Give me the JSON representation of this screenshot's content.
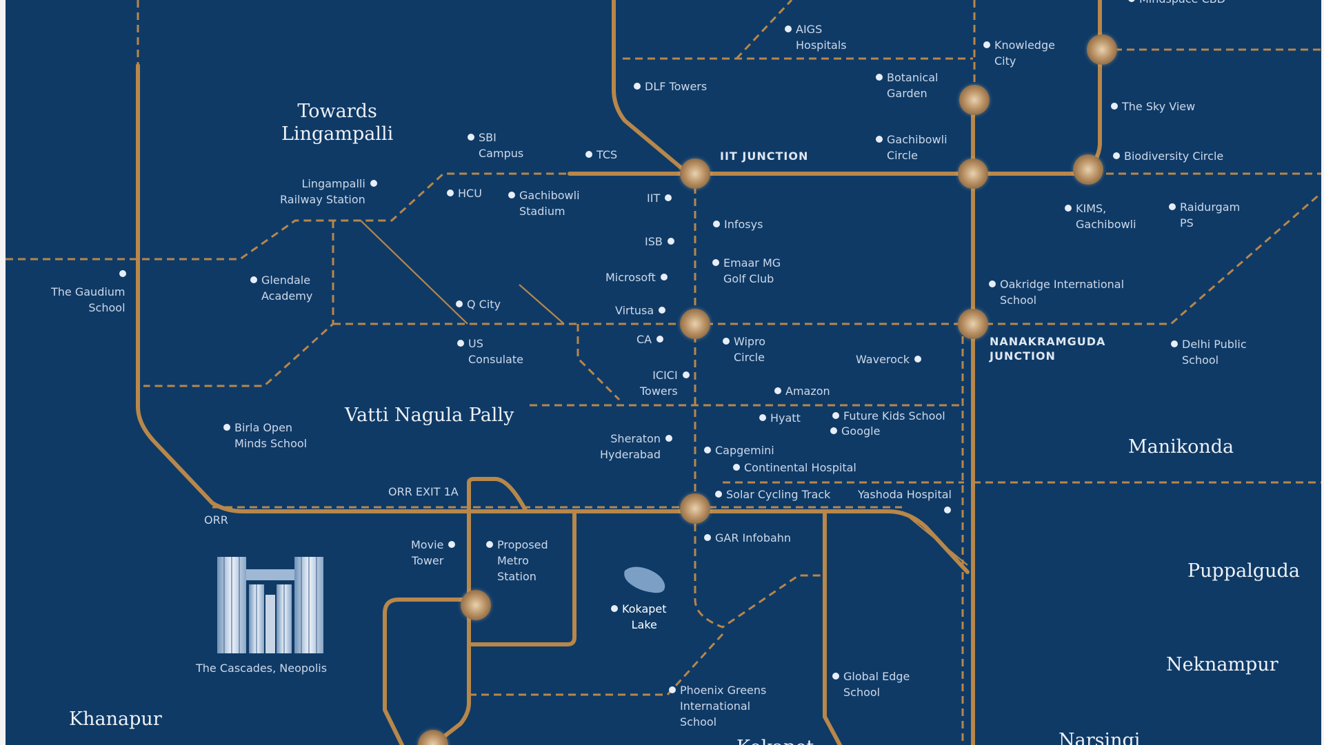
{
  "areas": {
    "lingampalli": "Towards\nLingampalli",
    "vatti": "Vatti Nagula Pally",
    "manikonda": "Manikonda",
    "puppalguda": "Puppalguda",
    "neknampur": "Neknampur",
    "khanapur": "Khanapur",
    "narsingi": "Narsingi",
    "kokapet": "Kokapet"
  },
  "junctions": {
    "iit": "IIT JUNCTION",
    "nanakramguda": "NANAKRAMGUDA\nJUNCTION"
  },
  "roads": {
    "orr": "ORR",
    "orr_exit": "ORR EXIT 1A"
  },
  "landmarks": {
    "mindspace": "Mindspace CBD",
    "aigs": "AIGS\nHospitals",
    "knowledge_city": "Knowledge\nCity",
    "dlf": "DLF Towers",
    "botanical": "Botanical\nGarden",
    "sky_view": "The Sky View",
    "sbi": "SBI\nCampus",
    "tcs": "TCS",
    "gachibowli_circle": "Gachibowli\nCircle",
    "biodiversity": "Biodiversity Circle",
    "lingampalli_station": "Lingampalli\nRailway Station",
    "hcu": "HCU",
    "gachibowli_stadium": "Gachibowli\nStadium",
    "iit": "IIT",
    "kims": "KIMS,\nGachibowli",
    "raidurgam": "Raidurgam\nPS",
    "infosys": "Infosys",
    "isb": "ISB",
    "emaar": "Emaar MG\nGolf Club",
    "microsoft": "Microsoft",
    "oakridge": "Oakridge International\nSchool",
    "gaudium": "The Gaudium\nSchool",
    "glendale": "Glendale\nAcademy",
    "q_city": "Q City",
    "virtusa": "Virtusa",
    "us_consulate": "US\nConsulate",
    "ca": "CA",
    "wipro": "Wipro\nCircle",
    "waverock": "Waverock",
    "dps": "Delhi Public\nSchool",
    "icici": "ICICI\nTowers",
    "amazon": "Amazon",
    "hyatt": "Hyatt",
    "future_kids": "Future Kids School",
    "google": "Google",
    "birla": "Birla Open\nMinds School",
    "sheraton": "Sheraton\nHyderabad",
    "capgemini": "Capgemini",
    "continental": "Continental Hospital",
    "solar": "Solar Cycling Track",
    "yashoda": "Yashoda Hospital",
    "gar": "GAR Infobahn",
    "movie_tower": "Movie\nTower",
    "metro": "Proposed\nMetro\nStation",
    "kokapet_lake": "Kokapet\nLake",
    "phoenix": "Phoenix Greens\nInternational\nSchool",
    "global_edge": "Global Edge\nSchool"
  },
  "project": {
    "name": "The Cascades, Neopolis"
  },
  "colors": {
    "background": "#0f3a66",
    "road": "#b8874a",
    "text": "#cdd9ea"
  }
}
